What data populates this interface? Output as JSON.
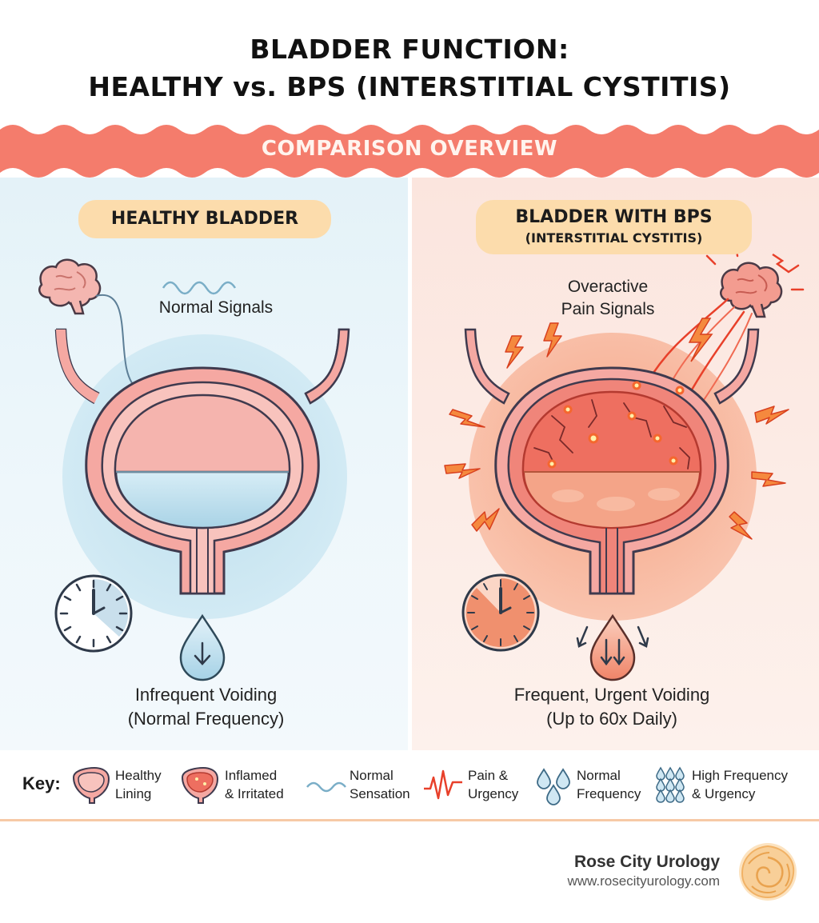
{
  "title": {
    "line1": "BLADDER FUNCTION:",
    "line2": "HEALTHY vs. BPS (INTERSTITIAL CYSTITIS)"
  },
  "banner": {
    "label": "COMPARISON OVERVIEW"
  },
  "healthy": {
    "heading": "HEALTHY BLADDER",
    "signal_label": "Normal Signals",
    "caption_line1": "Infrequent Voiding",
    "caption_line2": "(Normal Frequency)"
  },
  "bps": {
    "heading_line1": "BLADDER WITH BPS",
    "heading_line2": "(INTERSTITIAL CYSTITIS)",
    "signal_line1": "Overactive",
    "signal_line2": "Pain Signals",
    "caption_line1": "Frequent, Urgent Voiding",
    "caption_line2": "(Up to 60x Daily)"
  },
  "key": {
    "label": "Key:",
    "items": [
      {
        "icon": "healthy-lining-icon",
        "line1": "Healthy",
        "line2": "Lining"
      },
      {
        "icon": "inflamed-lining-icon",
        "line1": "Inflamed",
        "line2": "& Irritated"
      },
      {
        "icon": "normal-sensation-wave-icon",
        "line1": "Normal",
        "line2": "Sensation"
      },
      {
        "icon": "pain-urgency-icon",
        "line1": "Pain &",
        "line2": "Urgency"
      },
      {
        "icon": "normal-frequency-drops-icon",
        "line1": "Normal",
        "line2": "Frequency"
      },
      {
        "icon": "high-frequency-drops-icon",
        "line1": "High Frequency",
        "line2": "& Urgency"
      }
    ]
  },
  "brand": {
    "name": "Rose City Urology",
    "url": "www.rosecityurology.com"
  },
  "colors": {
    "banner": "#f47c6c",
    "pill": "#fcdcac",
    "healthy_bg": "#e4f2f8",
    "bps_bg": "#fbe5de",
    "bladder_wall": "#f5a8a2",
    "urine": "#cfe7f3",
    "alert": "#e8402a"
  }
}
